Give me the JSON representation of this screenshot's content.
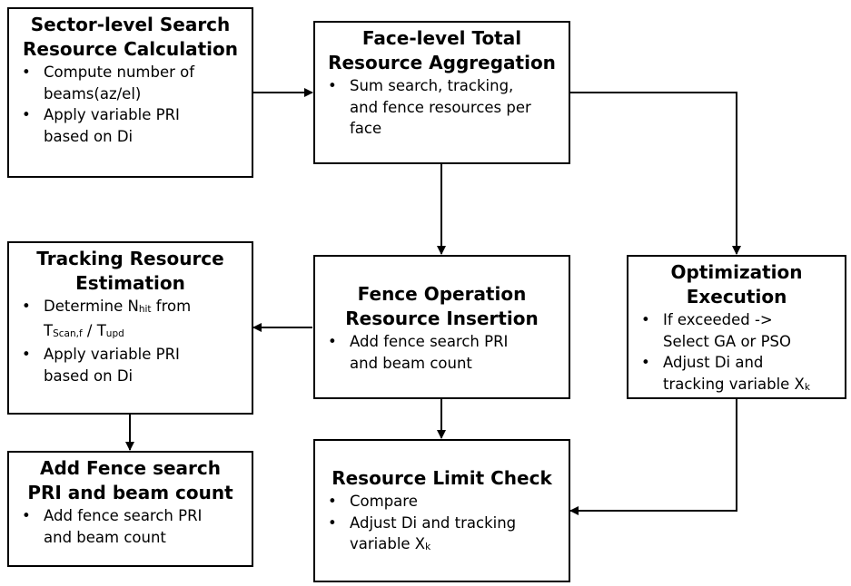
{
  "boxes": {
    "sector_search": {
      "title": [
        "Sector-level Search",
        "Resource Calculation"
      ],
      "bullets": [
        {
          "lines": [
            "Compute number of",
            "beams(az/el)"
          ]
        },
        {
          "lines": [
            "Apply variable PRI",
            "based on Di"
          ]
        }
      ]
    },
    "face_total": {
      "title": [
        "Face-level Total",
        "Resource Aggregation"
      ],
      "bullets": [
        {
          "lines": [
            "Sum search, tracking,",
            "and fence resources per",
            "face"
          ]
        }
      ]
    },
    "tracking": {
      "title": [
        "Tracking Resource",
        "Estimation"
      ],
      "bullets": [
        {
          "line1_pre": "Determine N",
          "line1_sub": "hit",
          "line1_post": " from",
          "line2_pre": "T",
          "line2_sub": "Scan,f",
          "line2_mid": " / T",
          "line2_sub2": "upd"
        },
        {
          "lines": [
            "Apply variable PRI",
            "based on Di"
          ]
        }
      ]
    },
    "fence_insertion": {
      "title": [
        "Fence Operation",
        "Resource Insertion"
      ],
      "bullets": [
        {
          "lines": [
            "Add fence search PRI",
            "and beam count"
          ]
        }
      ]
    },
    "optimization": {
      "title": [
        "Optimization",
        "Execution"
      ],
      "bullets": [
        {
          "lines": [
            "If exceeded ->",
            "Select GA or PSO"
          ]
        },
        {
          "line1": "Adjust Di and",
          "line2_pre": "tracking variable X",
          "line2_sub": "k"
        }
      ]
    },
    "add_fence": {
      "title": [
        "Add Fence search",
        "PRI and beam count"
      ],
      "bullets": [
        {
          "lines": [
            "Add fence search PRI",
            "and beam count"
          ]
        }
      ]
    },
    "limit_check": {
      "title": [
        "Resource Limit Check"
      ],
      "bullets": [
        {
          "lines": [
            "Compare"
          ]
        },
        {
          "line1": "Adjust Di and tracking",
          "line2_pre": "variable X",
          "line2_sub": "k"
        }
      ]
    }
  }
}
